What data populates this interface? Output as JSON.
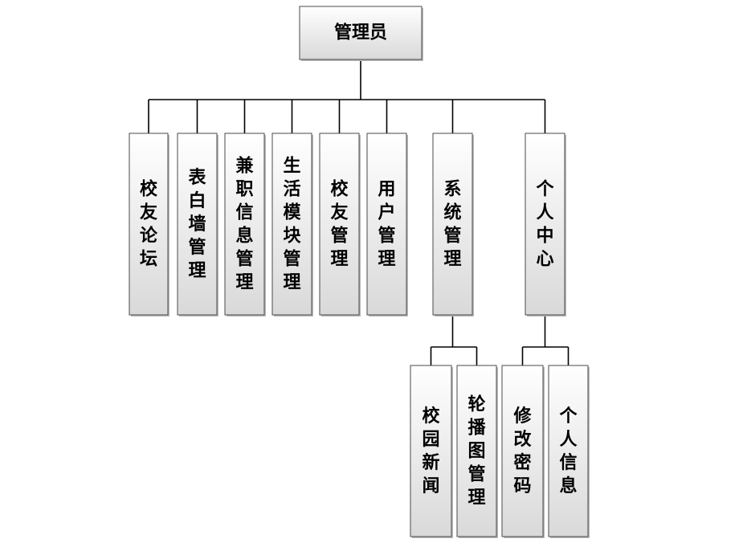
{
  "diagram": {
    "root": "管理员",
    "children": [
      "校友论坛",
      "表白墙管理",
      "兼职信息管理",
      "生活模块管理",
      "校友管理",
      "用户管理",
      "系统管理",
      "个人中心"
    ],
    "system_children": [
      "校园新闻",
      "轮播图管理"
    ],
    "personal_children": [
      "修改密码",
      "个人信息"
    ]
  },
  "colors": {
    "box_fill_top": "#ffffff",
    "box_fill_bottom": "#dcdcdc",
    "box_border": "#4a4a4a",
    "connector": "#000000",
    "text": "#000000"
  }
}
